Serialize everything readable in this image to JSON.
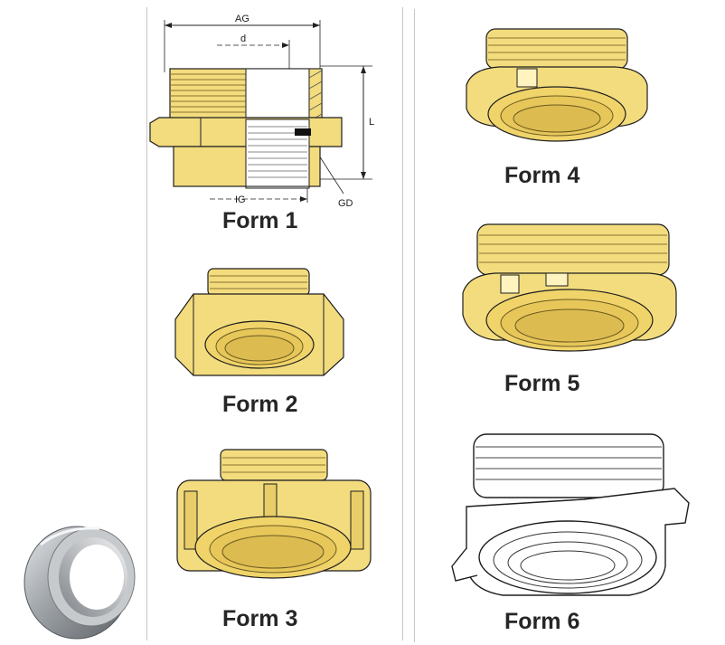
{
  "colors": {
    "brass": "#f3dc7e",
    "brass_dark": "#d4b84a",
    "outline": "#1e1e1e",
    "steel": "#a9adb2"
  },
  "form1": {
    "caption": "Form 1",
    "dims": {
      "ag": "AG",
      "d": "d",
      "l": "L",
      "ig": "IG",
      "gd": "GD"
    }
  },
  "form2": {
    "caption": "Form 2"
  },
  "form3": {
    "caption": "Form 3"
  },
  "form4": {
    "caption": "Form 4"
  },
  "form5": {
    "caption": "Form 5"
  },
  "form6": {
    "caption": "Form 6"
  },
  "photo": {
    "icon": "steel-ring-photo"
  }
}
